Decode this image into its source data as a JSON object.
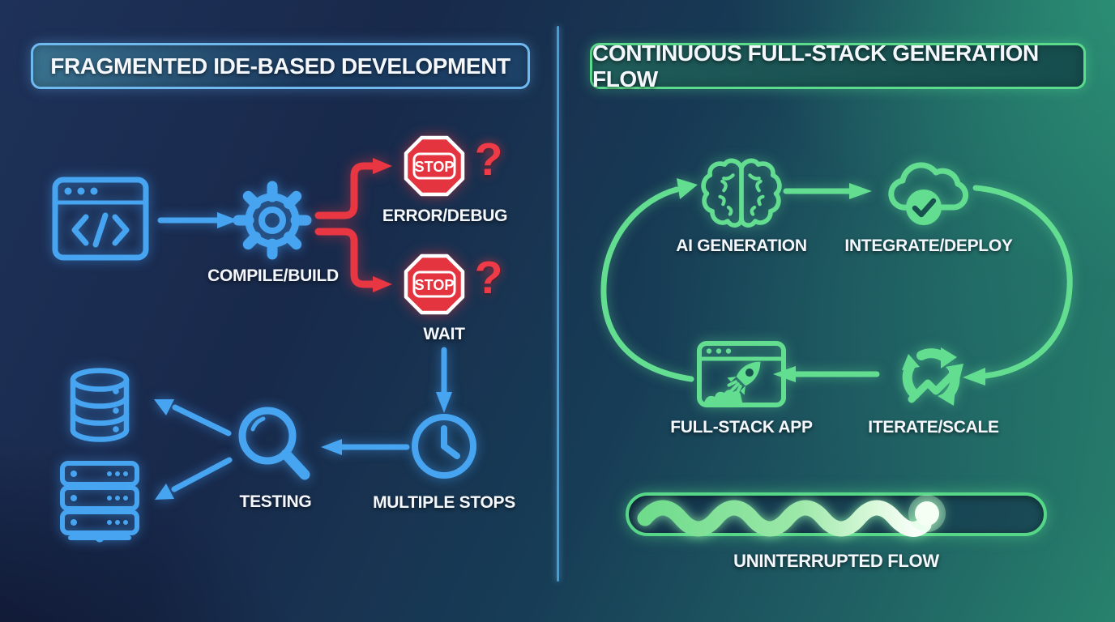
{
  "page": {
    "type": "infographic-comparison"
  },
  "left_panel": {
    "title": "FRAGMENTED IDE-BASED DEVELOPMENT",
    "labels": {
      "compile_build": "COMPILE/BUILD",
      "error_debug": "ERROR/DEBUG",
      "wait": "WAIT",
      "multiple_stops": "MULTIPLE STOPS",
      "testing": "TESTING"
    },
    "stop_sign_text": "STOP",
    "question_mark": "?",
    "icons": [
      "code-window-icon",
      "gear-icon",
      "stop-sign-icon",
      "clock-icon",
      "magnifying-glass-icon",
      "database-icon",
      "server-icon"
    ],
    "colors": {
      "icon_blue": "#47a4f0",
      "alert_red": "#e83742",
      "title_border": "#6fb9ef"
    }
  },
  "right_panel": {
    "title": "CONTINUOUS FULL-STACK GENERATION FLOW",
    "labels": {
      "ai_generation": "AI GENERATION",
      "integrate_deploy": "INTEGRATE/DEPLOY",
      "iterate_scale": "ITERATE/SCALE",
      "full_stack_app": "FULL-STACK APP",
      "uninterrupted_flow": "UNINTERRUPTED FLOW"
    },
    "icons": [
      "brain-icon",
      "cloud-check-icon",
      "recycle-growth-icon",
      "rocket-window-icon"
    ],
    "progress_bar": {
      "fill_percent": 70
    },
    "colors": {
      "icon_green": "#63de90",
      "title_border": "#5bdc8c"
    }
  }
}
